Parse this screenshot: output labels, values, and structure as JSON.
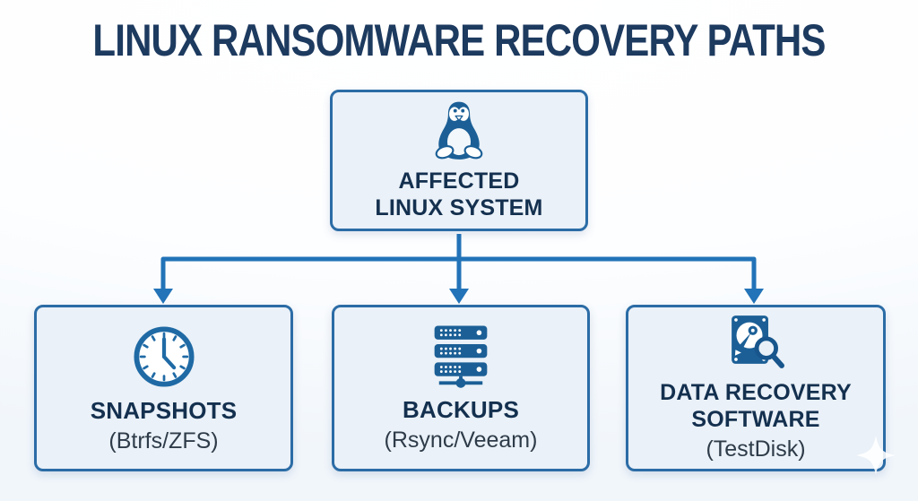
{
  "title": "LINUX RANSOMWARE RECOVERY PATHS",
  "colors": {
    "title_text": "#1d3a5f",
    "box_border": "#2b6ca6",
    "box_background": "#eaf1f8",
    "label_text": "#14304f",
    "sublabel_text": "#2e3b49",
    "connector_blue": "#2273b8",
    "icon_blue": "#1b5f96"
  },
  "root_node": {
    "icon": "tux-penguin-icon",
    "label": "AFFECTED\nLINUX SYSTEM"
  },
  "recovery_paths": [
    {
      "icon": "clock-icon",
      "label": "SNAPSHOTS",
      "sublabel": "(Btrfs/ZFS)"
    },
    {
      "icon": "server-stack-icon",
      "label": "BACKUPS",
      "sublabel": "(Rsync/Veeam)"
    },
    {
      "icon": "hard-drive-search-icon",
      "label": "DATA RECOVERY\nSOFTWARE",
      "sublabel": "(TestDisk)"
    }
  ]
}
